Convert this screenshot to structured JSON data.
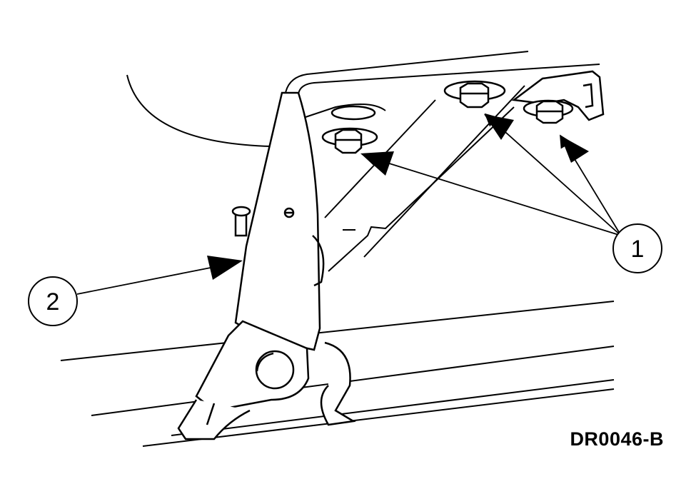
{
  "figure": {
    "code": "DR0046-B",
    "callouts": [
      {
        "id": "callout-1",
        "label": "1"
      },
      {
        "id": "callout-2",
        "label": "2"
      }
    ]
  },
  "colors": {
    "ink": "#000000",
    "paper": "#ffffff"
  }
}
